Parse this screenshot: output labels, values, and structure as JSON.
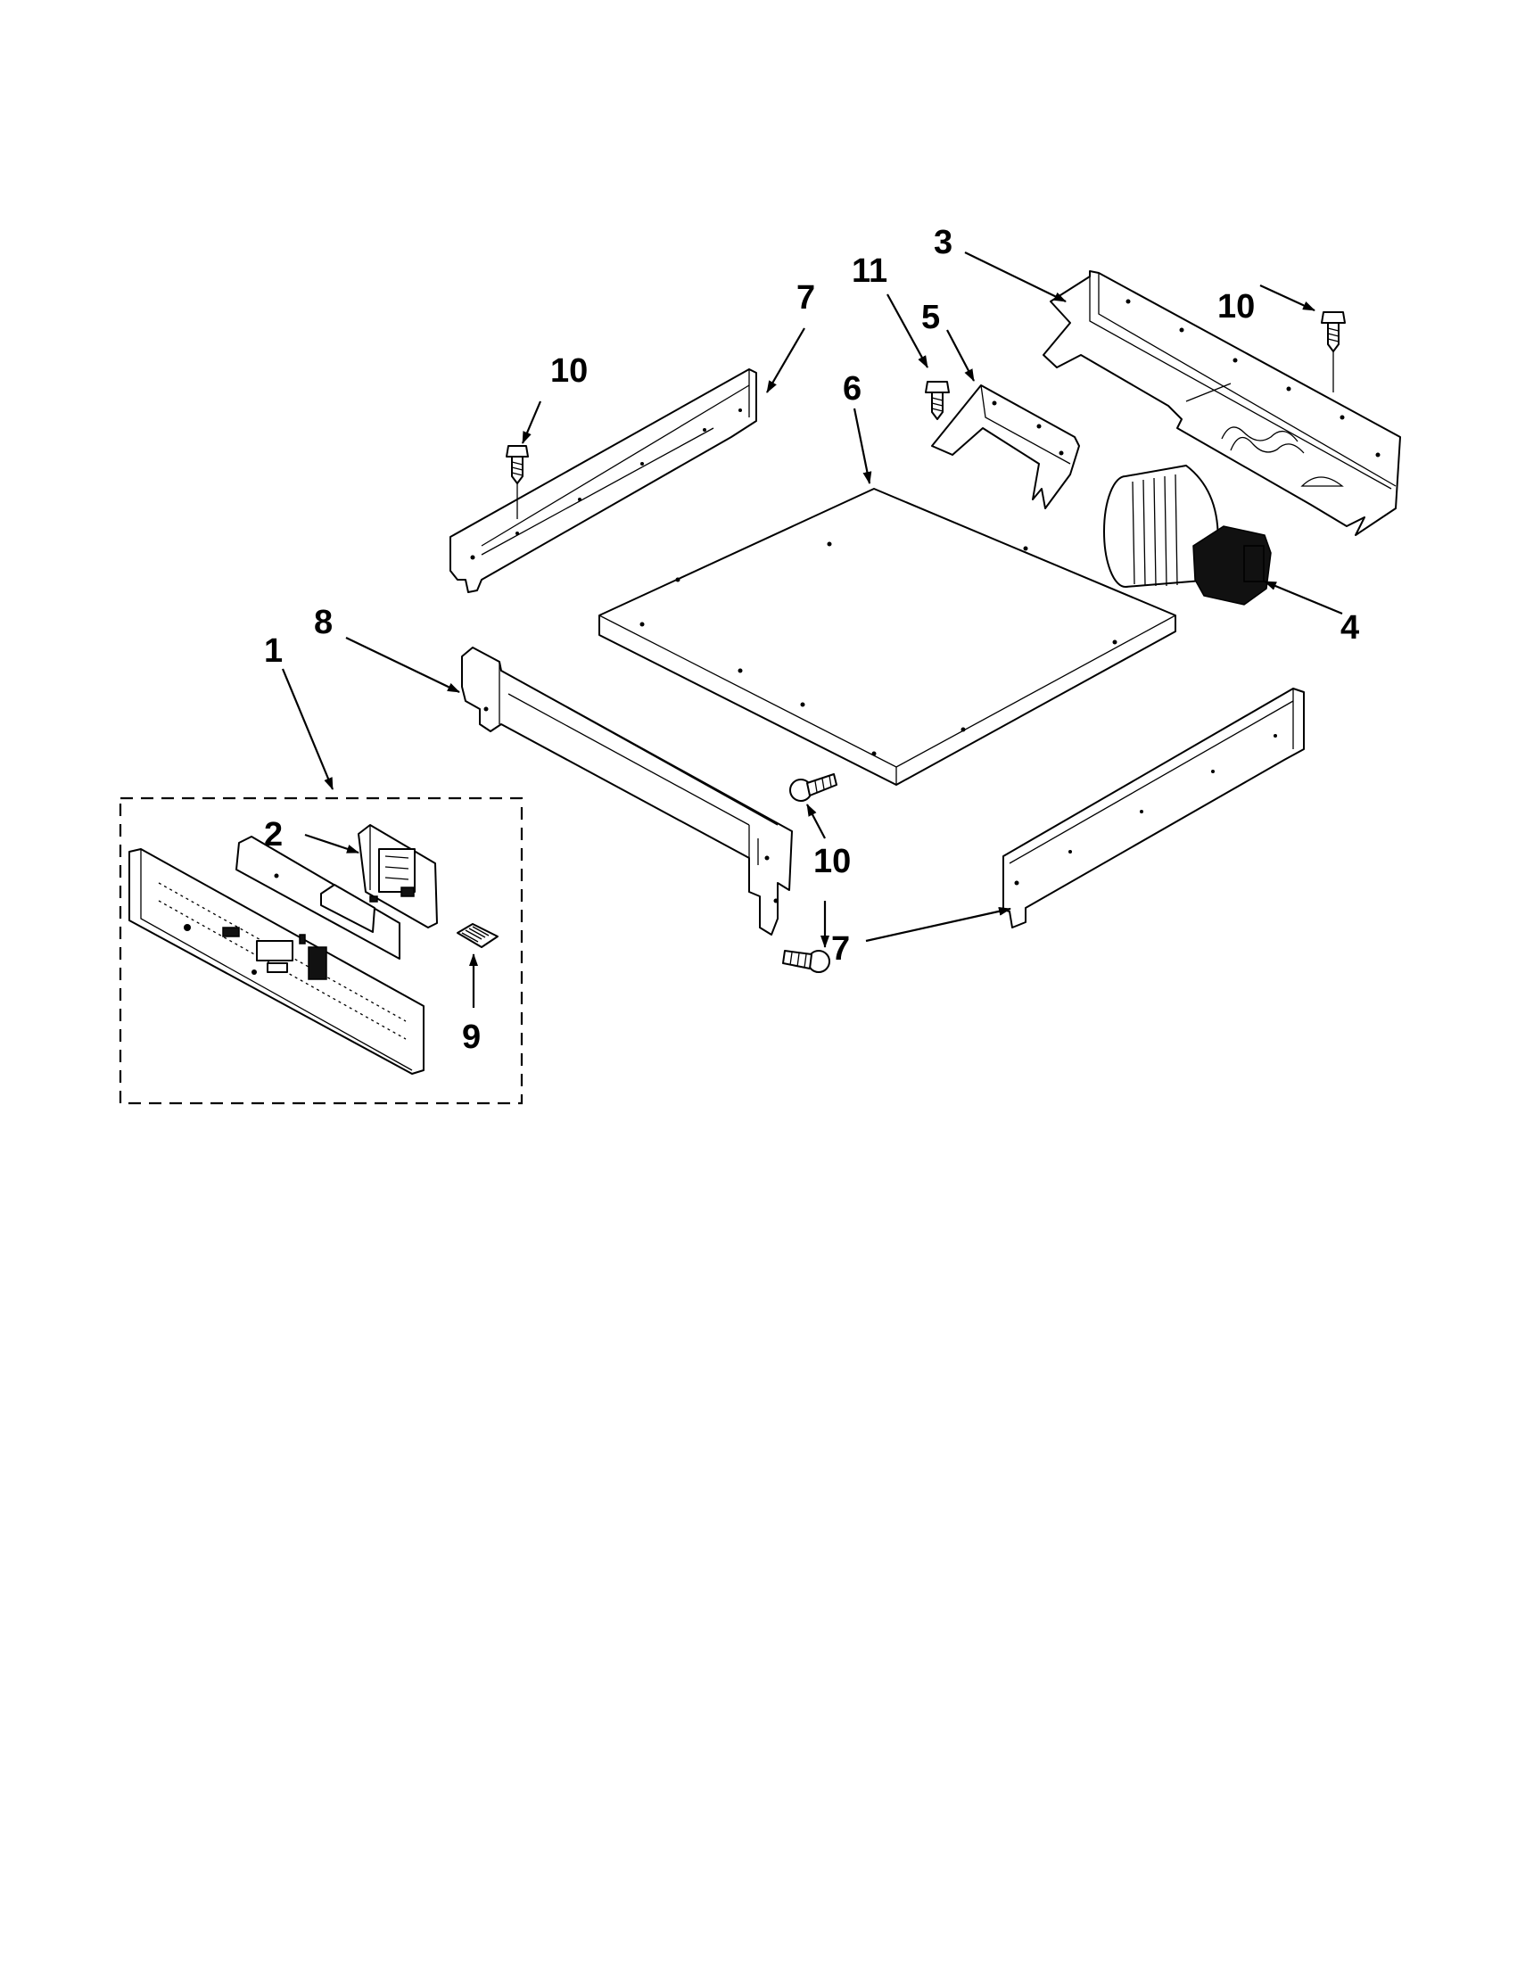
{
  "callouts": [
    {
      "id": "1",
      "label": "1"
    },
    {
      "id": "2",
      "label": "2"
    },
    {
      "id": "3",
      "label": "3"
    },
    {
      "id": "4",
      "label": "4"
    },
    {
      "id": "5",
      "label": "5"
    },
    {
      "id": "6",
      "label": "6"
    },
    {
      "id": "7a",
      "label": "7"
    },
    {
      "id": "7b",
      "label": "7"
    },
    {
      "id": "8",
      "label": "8"
    },
    {
      "id": "9",
      "label": "9"
    },
    {
      "id": "10a",
      "label": "10"
    },
    {
      "id": "10b",
      "label": "10"
    },
    {
      "id": "10c",
      "label": "10"
    },
    {
      "id": "11",
      "label": "11"
    }
  ],
  "colors": {
    "line": "#000000",
    "background": "#ffffff"
  }
}
